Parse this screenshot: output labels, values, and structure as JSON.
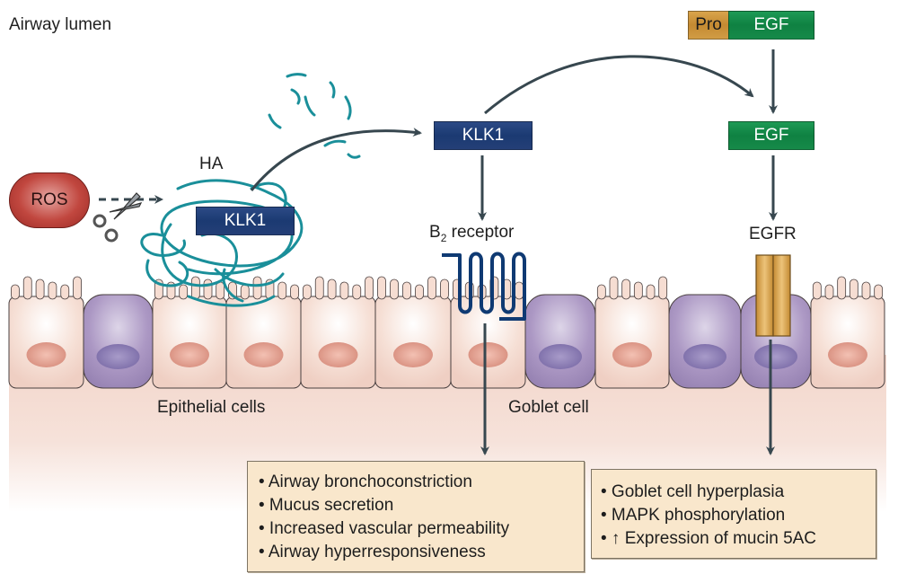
{
  "labels": {
    "airway_lumen": "Airway lumen",
    "ha": "HA",
    "b2_receptor_main": "B",
    "b2_receptor_sub": "2",
    "b2_receptor_rest": " receptor",
    "egfr": "EGFR",
    "epithelial_cells": "Epithelial cells",
    "goblet_cell": "Goblet cell"
  },
  "nodes": {
    "ros": "ROS",
    "klk1_bound": "KLK1",
    "klk1_free": "KLK1",
    "pro": "Pro",
    "pro_egf": "EGF",
    "egf": "EGF"
  },
  "outcomes": {
    "b2_pathway": [
      "Airway bronchoconstriction",
      "Mucus secretion",
      "Increased vascular permeability",
      "Airway hyperresponsiveness"
    ],
    "egfr_pathway": [
      "Goblet cell hyperplasia",
      "MAPK phosphorylation",
      "↑ Expression of mucin 5AC"
    ],
    "bullet": "•"
  },
  "cells": [
    "epithelial",
    "goblet",
    "epithelial",
    "epithelial",
    "epithelial",
    "epithelial",
    "epithelial",
    "goblet",
    "epithelial",
    "goblet",
    "goblet",
    "epithelial"
  ],
  "colors": {
    "klk1": "#1f3d78",
    "egf": "#118547",
    "pro": "#cc9440",
    "ros": "#b33a33",
    "ha": "#1a8f9a",
    "b2_receptor": "#0f3a73",
    "egfr": "#d4a24c",
    "epithelial_cell": "#f6ddd2",
    "goblet_cell": "#a893bf",
    "arrow": "#37474f",
    "outcome_box": "#f9e7cc"
  }
}
